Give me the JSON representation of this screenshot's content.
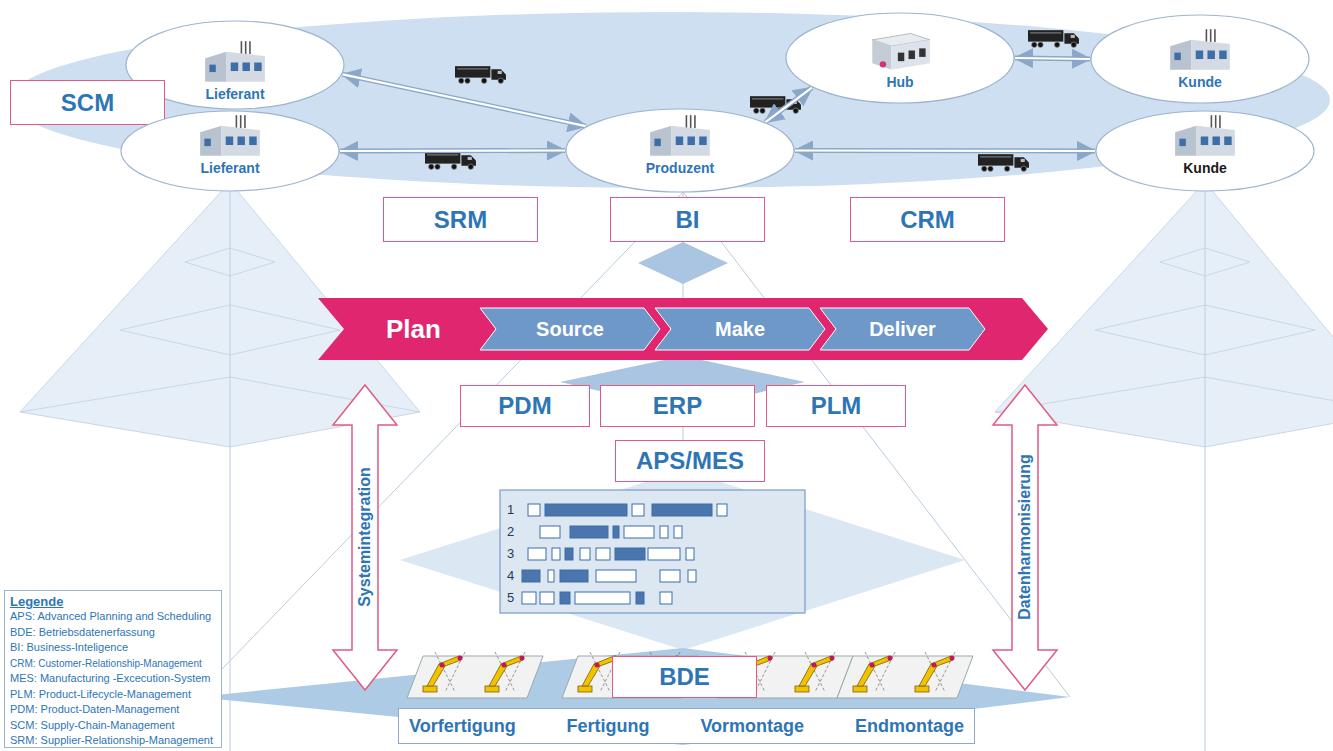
{
  "diagram": {
    "nodes": [
      {
        "text": [
          "Lieferant"
        ]
      },
      {
        "text": [
          "Hub"
        ]
      },
      {
        "text": [
          "Kunde"
        ]
      },
      {
        "text": [
          "SCM"
        ]
      },
      {
        "text": [
          "Lieferant"
        ]
      },
      {
        "text": [
          "Produzent"
        ]
      },
      {
        "text": [
          "Kunde"
        ]
      },
      {
        "text": [
          "SRM"
        ]
      },
      {
        "text": [
          "BI"
        ]
      },
      {
        "text": [
          "CRM"
        ]
      },
      {
        "text": [
          "Plan"
        ]
      },
      {
        "text": [
          "Source"
        ],
        "in": 10
      },
      {
        "text": [
          "Make"
        ],
        "in": 10
      },
      {
        "text": [
          "Deliver"
        ],
        "in": 10
      },
      {
        "text": [
          "PDM"
        ]
      },
      {
        "text": [
          "ERP"
        ]
      },
      {
        "text": [
          "PLM"
        ]
      },
      {
        "text": [
          "APS/MES"
        ]
      },
      {
        "text": [
          "BDE"
        ]
      },
      {
        "text": [
          "Vorfertigung",
          "Fertigung",
          "Vormontage",
          "Endmontage"
        ]
      }
    ],
    "edges": [
      {
        "from": 0,
        "to": 5,
        "arrow": "both"
      },
      {
        "from": 4,
        "to": 5,
        "arrow": "both"
      },
      {
        "from": 5,
        "to": 1,
        "arrow": "both"
      },
      {
        "from": 1,
        "to": 2,
        "arrow": "both"
      },
      {
        "from": 5,
        "to": 6,
        "arrow": "both"
      }
    ],
    "labels": [
      "Systemintegration",
      "Datenharmonisierung",
      "1",
      "2",
      "3",
      "4",
      "5",
      "Legende"
    ],
    "legend": [
      {
        "text": "APS: Advanced Planning and Scheduling"
      },
      {
        "text": "BDE: Betriebsdatenerfassung"
      },
      {
        "text": "BI: Business-Inteligence"
      },
      {
        "text": "CRM: Customer-Relationship-Management"
      },
      {
        "text": "MES: Manufacturing -Excecution-System"
      },
      {
        "text": "PLM: Product-Lifecycle-Management"
      },
      {
        "text": "PDM: Product-Daten-Management"
      },
      {
        "text": "SCM: Supply-Chain-Management"
      },
      {
        "text": "SRM: Supplier-Relationship-Management"
      }
    ]
  }
}
